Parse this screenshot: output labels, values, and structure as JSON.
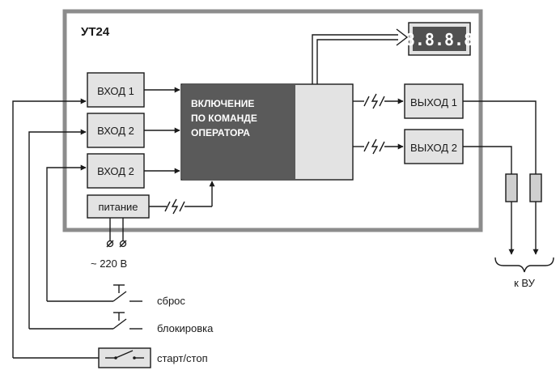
{
  "device": {
    "title": "УТ24"
  },
  "inputs": [
    {
      "label": "ВХОД 1"
    },
    {
      "label": "ВХОД 2"
    },
    {
      "label": "ВХОД 2"
    }
  ],
  "power": {
    "label": "питание",
    "mains": "~ 220 В"
  },
  "core": {
    "lines": [
      "ВКЛЮЧЕНИЕ",
      "ПО КОМАНДЕ",
      "ОПЕРАТОРА"
    ]
  },
  "display": {
    "text": "8.8.8.8"
  },
  "outputs": [
    {
      "label": "ВЫХОД 1"
    },
    {
      "label": "ВЫХОД 2"
    }
  ],
  "destination": {
    "label": "к ВУ"
  },
  "buttons": {
    "reset": "сброс",
    "lock": "блокировка",
    "startstop": "старт/стоп"
  },
  "colors": {
    "frame": "#8c8c8c",
    "block": "#e3e3e3",
    "core": "#5a5a5a",
    "display": "#505050",
    "line": "#1a1a1a"
  }
}
